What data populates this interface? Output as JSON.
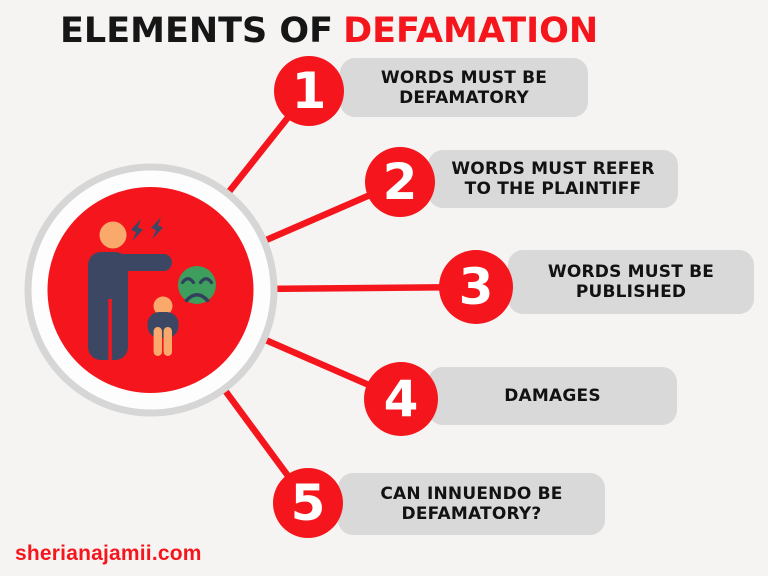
{
  "title": {
    "black": "ELEMENTS OF",
    "red": "DEFAMATION"
  },
  "items": [
    {
      "number": "1",
      "line1": "WORDS MUST BE",
      "line2": "DEFAMATORY"
    },
    {
      "number": "2",
      "line1": "WORDS MUST REFER",
      "line2": "TO THE PLAINTIFF"
    },
    {
      "number": "3",
      "line1": "WORDS MUST BE",
      "line2": "PUBLISHED"
    },
    {
      "number": "4",
      "line1": "DAMAGES",
      "line2": ""
    },
    {
      "number": "5",
      "line1": "CAN INNUENDO BE",
      "line2": "DEFAMATORY?"
    }
  ],
  "footer": {
    "website": "sherianajamii.com"
  },
  "icons": {
    "central_illustration": "scolding-adult-with-sad-child-and-sad-emoji"
  },
  "colors": {
    "red": "#f5161d",
    "bar_gray": "#d9d9d9",
    "ring_gray": "#d6d6d6",
    "ring_white": "#fdfdfd",
    "navy": "#3b4763",
    "peach": "#f9a96b",
    "green": "#3d9e5d",
    "background": "#f6f4f2",
    "text_black": "#161616"
  }
}
